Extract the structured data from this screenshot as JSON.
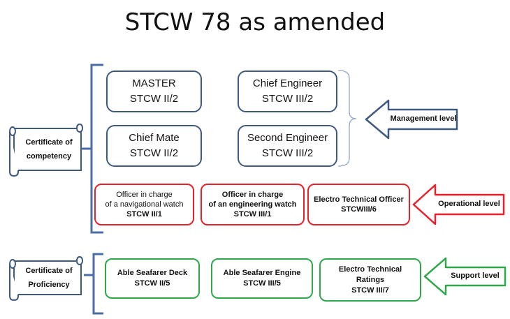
{
  "title": "STCW 78 as amended",
  "certificates": {
    "competency": [
      "Certificate of",
      "competency"
    ],
    "proficiency": [
      "Certificate of",
      "Proficiency"
    ]
  },
  "management": {
    "master": [
      "MASTER",
      "STCW II/2"
    ],
    "chief_engineer": [
      "Chief Engineer",
      "STCW III/2"
    ],
    "chief_mate": [
      "Chief Mate",
      "STCW II/2"
    ],
    "second_engineer": [
      "Second Engineer",
      "STCW III/2"
    ],
    "level": "Management level"
  },
  "operational": {
    "nav_officer": [
      "Officer in charge",
      "of a navigational watch",
      "STCW II/1"
    ],
    "eng_officer": [
      "Officer in charge",
      "of an engineering watch",
      "STCW III/1"
    ],
    "eto": [
      "Electro Technical Officer",
      "STCWIII/6"
    ],
    "level": "Operational level"
  },
  "support": {
    "deck": [
      "Able Seafarer Deck",
      "STCW II/5"
    ],
    "engine": [
      "Able Seafarer Engine",
      "STCW III/5"
    ],
    "etr": [
      "Electro Technical",
      "Ratings",
      "STCW III/7"
    ],
    "level": "Support level"
  },
  "colors": {
    "management_border": "#3f5a80",
    "operational_border": "#e8202a",
    "support_border": "#2ea84a",
    "bracket": "#4a6ea8",
    "arrow_fill": "#ffffff"
  }
}
